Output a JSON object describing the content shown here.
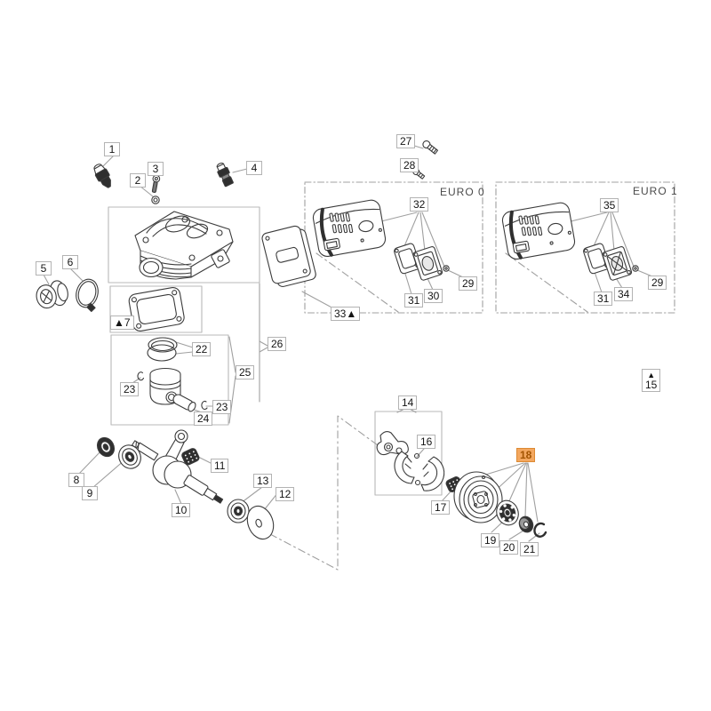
{
  "page": {
    "kind": "exploded-parts-diagram",
    "background": "#ffffff"
  },
  "colors": {
    "label_bg": "#ffffff",
    "label_border": "#b3b3b3",
    "label_text": "#141414",
    "highlight_bg": "#F3A75F",
    "highlight_border": "#DD8A33",
    "highlight_text": "#A35400",
    "leader_line": "#a0a0a0",
    "drawing_line": "#3b3b3b",
    "group_box_dash": "#a0a0a0",
    "group_label_text": "#4a4a4a"
  },
  "groups": [
    {
      "id": "euro0",
      "label": "EURO 0"
    },
    {
      "id": "euro1",
      "label": "EURO 1"
    }
  ],
  "triangle_marker": "▲",
  "callouts": [
    {
      "text": "1"
    },
    {
      "text": "2"
    },
    {
      "text": "3"
    },
    {
      "text": "4"
    },
    {
      "text": "5"
    },
    {
      "text": "6"
    },
    {
      "text": "▲7"
    },
    {
      "text": "8"
    },
    {
      "text": "9"
    },
    {
      "text": "10"
    },
    {
      "text": "11"
    },
    {
      "text": "12"
    },
    {
      "text": "13"
    },
    {
      "text": "14"
    },
    {
      "text": "15",
      "marker": "▲"
    },
    {
      "text": "16"
    },
    {
      "text": "17"
    },
    {
      "text": "18",
      "highlight": true
    },
    {
      "text": "19"
    },
    {
      "text": "20"
    },
    {
      "text": "21"
    },
    {
      "text": "22"
    },
    {
      "text": "23"
    },
    {
      "text": "23"
    },
    {
      "text": "24"
    },
    {
      "text": "25"
    },
    {
      "text": "26"
    },
    {
      "text": "27"
    },
    {
      "text": "28"
    },
    {
      "text": "29"
    },
    {
      "text": "30"
    },
    {
      "text": "31"
    },
    {
      "text": "32"
    },
    {
      "text": "33▲"
    },
    {
      "text": "34"
    },
    {
      "text": "35"
    },
    {
      "text": "29"
    },
    {
      "text": "31"
    }
  ]
}
